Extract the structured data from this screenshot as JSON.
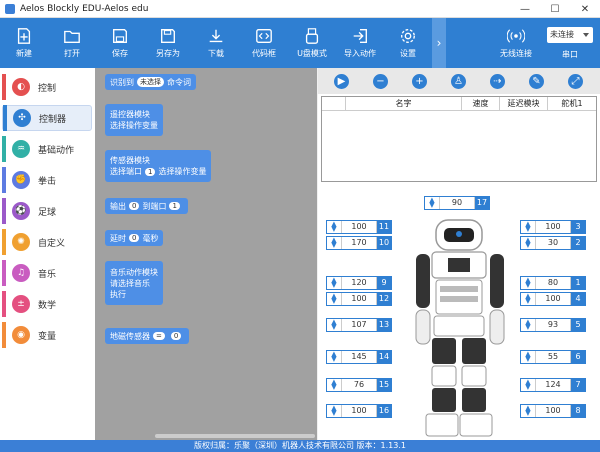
{
  "window": {
    "title": "Aelos Blockly EDU-Aelos edu",
    "minimize": "—",
    "maximize": "☐",
    "close": "✕"
  },
  "toolbar": [
    {
      "name": "new",
      "label": "新建"
    },
    {
      "name": "open",
      "label": "打开"
    },
    {
      "name": "save",
      "label": "保存"
    },
    {
      "name": "save-as",
      "label": "另存为"
    },
    {
      "name": "download",
      "label": "下载"
    },
    {
      "name": "code",
      "label": "代码框"
    },
    {
      "name": "udisk",
      "label": "U盘模式"
    },
    {
      "name": "import",
      "label": "导入动作"
    },
    {
      "name": "settings",
      "label": "设置"
    }
  ],
  "toolbar_more": "›",
  "connection": {
    "wireless_label": "无线连接",
    "status": "未连接",
    "port_label": "串口"
  },
  "categories": [
    {
      "label": "控制",
      "color": "#e45050"
    },
    {
      "label": "控制器",
      "color": "#2f7fd2",
      "active": true
    },
    {
      "label": "基础动作",
      "color": "#31b0a6"
    },
    {
      "label": "拳击",
      "color": "#5d7be2"
    },
    {
      "label": "足球",
      "color": "#9b59c9"
    },
    {
      "label": "自定义",
      "color": "#f0a030"
    },
    {
      "label": "音乐",
      "color": "#c95cc0"
    },
    {
      "label": "数学",
      "color": "#e45080"
    },
    {
      "label": "变量",
      "color": "#f28c3a"
    }
  ],
  "blocks": {
    "recognize": "识别到",
    "recognize_opt": "未选择",
    "command": "命令词",
    "remote_mod": "遥控器模块",
    "select_var": "选择操作变量",
    "sensor_mod": "传感器模块",
    "select_port": "选择端口",
    "port_val": "1",
    "select_var2": "选择操作变量",
    "output": "输出",
    "out_val": "0",
    "to_port": "到端口",
    "to_port_val": "1",
    "delay": "延时",
    "delay_val": "0",
    "ms": "毫秒",
    "music_mod": "音乐动作模块",
    "select_music": "请选择音乐",
    "execute": "执行",
    "mag": "地磁传感器",
    "mag_op": "=",
    "mag_val": "0"
  },
  "table_headers": [
    "名字",
    "速度",
    "延迟模块",
    "舵机1"
  ],
  "servos": {
    "s17": {
      "id": "17",
      "value": "90"
    },
    "s11": {
      "id": "11",
      "value": "100"
    },
    "s10": {
      "id": "10",
      "value": "170"
    },
    "s9": {
      "id": "9",
      "value": "120"
    },
    "s12": {
      "id": "12",
      "value": "100"
    },
    "s13": {
      "id": "13",
      "value": "107"
    },
    "s14": {
      "id": "14",
      "value": "145"
    },
    "s15": {
      "id": "15",
      "value": "76"
    },
    "s16": {
      "id": "16",
      "value": "100"
    },
    "s3": {
      "id": "3",
      "value": "100"
    },
    "s2": {
      "id": "2",
      "value": "30"
    },
    "s1": {
      "id": "1",
      "value": "80"
    },
    "s4": {
      "id": "4",
      "value": "100"
    },
    "s5": {
      "id": "5",
      "value": "93"
    },
    "s6": {
      "id": "6",
      "value": "55"
    },
    "s7": {
      "id": "7",
      "value": "124"
    },
    "s8": {
      "id": "8",
      "value": "100"
    }
  },
  "footer": "版权归属：乐聚（深圳）机器人技术有限公司 版本：1.13.1",
  "colors": {
    "accent": "#2f7fd2",
    "block_blue": "#4e8fe6"
  }
}
